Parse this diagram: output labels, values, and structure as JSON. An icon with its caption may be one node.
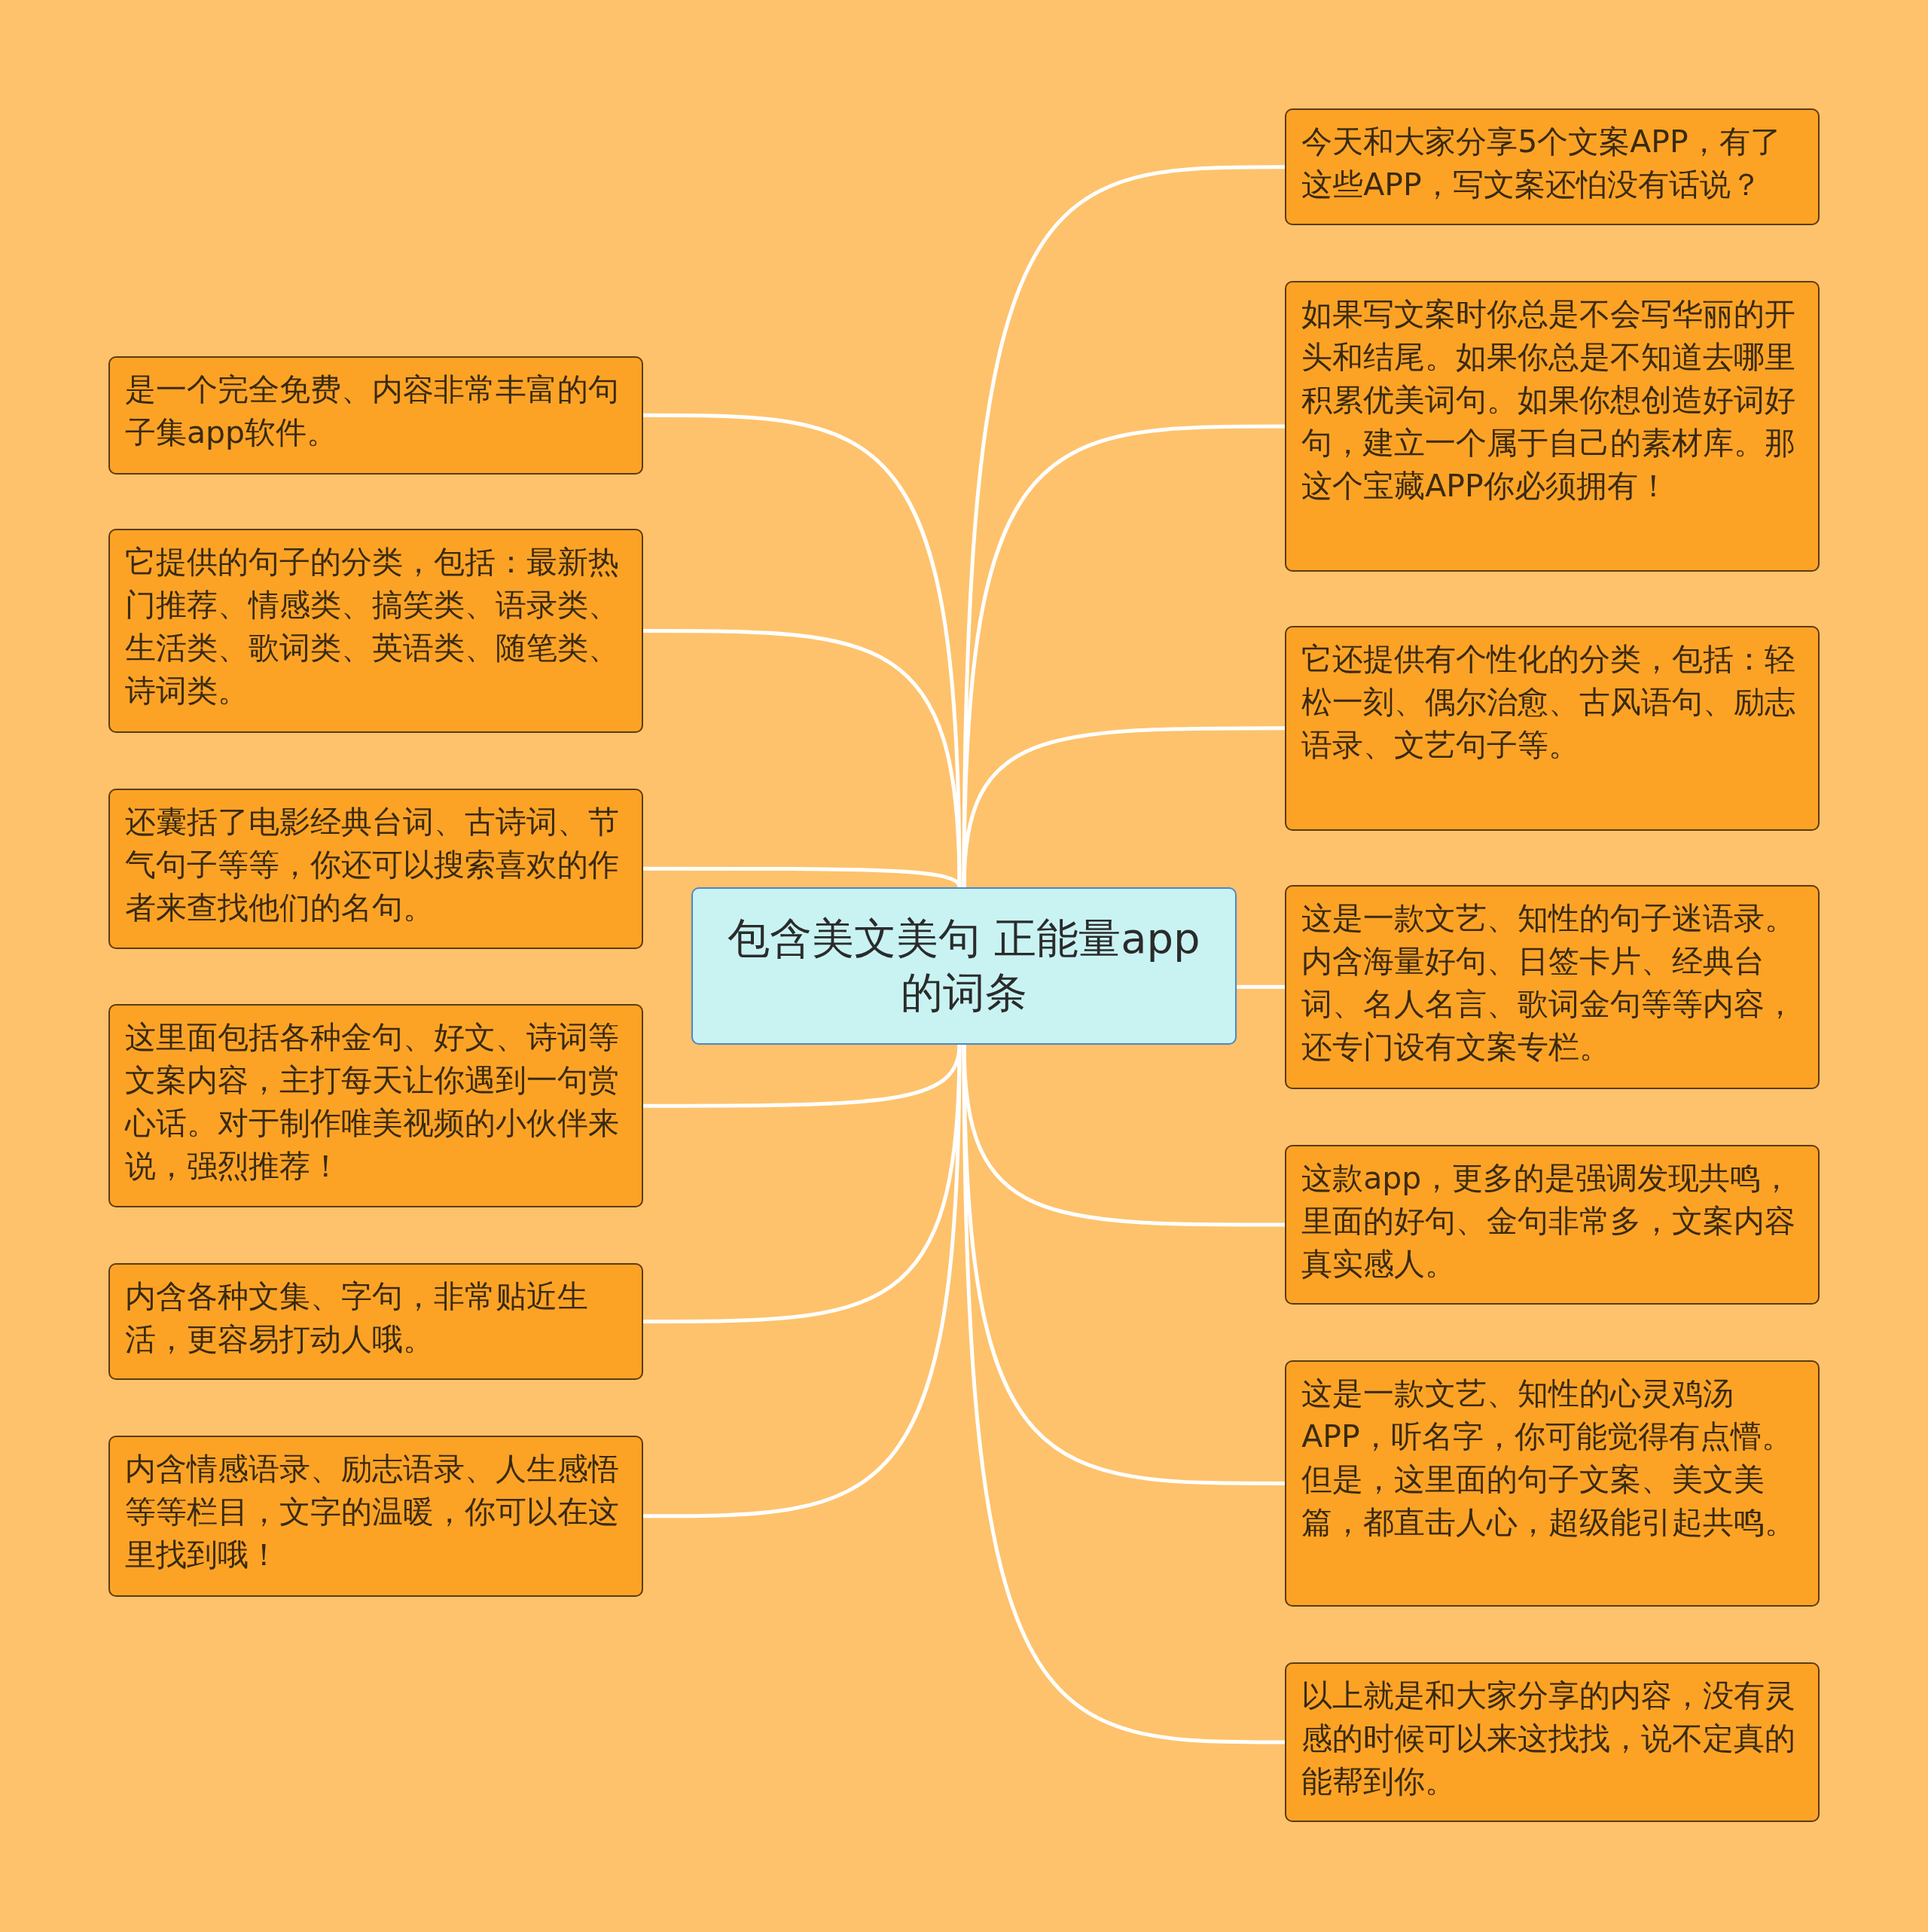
{
  "diagram": {
    "nodes": [
      {
        "text": [
          "包含美文美句 正能量app的词条"
        ]
      },
      {
        "text": [
          "是一个完全免费、内容非常丰富的句子集app软件。"
        ]
      },
      {
        "text": [
          "它提供的句子的分类，包括：最新热门推荐、情感类、搞笑类、语录类、生活类、歌词类、英语类、随笔类、诗词类。"
        ]
      },
      {
        "text": [
          "还囊括了电影经典台词、古诗词、节气句子等等，你还可以搜索喜欢的作者来查找他们的名句。"
        ]
      },
      {
        "text": [
          "这里面包括各种金句、好文、诗词等文案内容，主打每天让你遇到一句赏心话。对于制作唯美视频的小伙伴来说，强烈推荐！"
        ]
      },
      {
        "text": [
          "内含各种文集、字句，非常贴近生活，更容易打动人哦。"
        ]
      },
      {
        "text": [
          "内含情感语录、励志语录、人生感悟等等栏目，文字的温暖，你可以在这里找到哦！"
        ]
      },
      {
        "text": [
          "今天和大家分享5个文案APP，有了这些APP，写文案还怕没有话说？"
        ]
      },
      {
        "text": [
          "如果写文案时你总是不会写华丽的开头和结尾。如果你总是不知道去哪里积累优美词句。如果你想创造好词好句，建立一个属于自己的素材库。那这个宝藏APP你必须拥有！"
        ]
      },
      {
        "text": [
          "它还提供有个性化的分类，包括：轻松一刻、偶尔治愈、古风语句、励志语录、文艺句子等。"
        ]
      },
      {
        "text": [
          "这是一款文艺、知性的句子迷语录。内含海量好句、日签卡片、经典台词、名人名言、歌词金句等等内容，还专门设有文案专栏。"
        ]
      },
      {
        "text": [
          "这款app，更多的是强调发现共鸣，里面的好句、金句非常多，文案内容真实感人。"
        ]
      },
      {
        "text": [
          "这是一款文艺、知性的心灵鸡汤APP，听名字，你可能觉得有点懵。但是，这里面的句子文案、美文美篇，都直击人心，超级能引起共鸣。"
        ]
      },
      {
        "text": [
          "以上就是和大家分享的内容，没有灵感的时候可以来这找找，说不定真的能帮到你。"
        ]
      }
    ],
    "edges": [
      {
        "from": 0,
        "to": 1,
        "arrow": "none"
      },
      {
        "from": 0,
        "to": 2,
        "arrow": "none"
      },
      {
        "from": 0,
        "to": 3,
        "arrow": "none"
      },
      {
        "from": 0,
        "to": 4,
        "arrow": "none"
      },
      {
        "from": 0,
        "to": 5,
        "arrow": "none"
      },
      {
        "from": 0,
        "to": 6,
        "arrow": "none"
      },
      {
        "from": 0,
        "to": 7,
        "arrow": "none"
      },
      {
        "from": 0,
        "to": 8,
        "arrow": "none"
      },
      {
        "from": 0,
        "to": 9,
        "arrow": "none"
      },
      {
        "from": 0,
        "to": 10,
        "arrow": "none"
      },
      {
        "from": 0,
        "to": 11,
        "arrow": "none"
      },
      {
        "from": 0,
        "to": 12,
        "arrow": "none"
      },
      {
        "from": 0,
        "to": 13,
        "arrow": "none"
      }
    ]
  }
}
